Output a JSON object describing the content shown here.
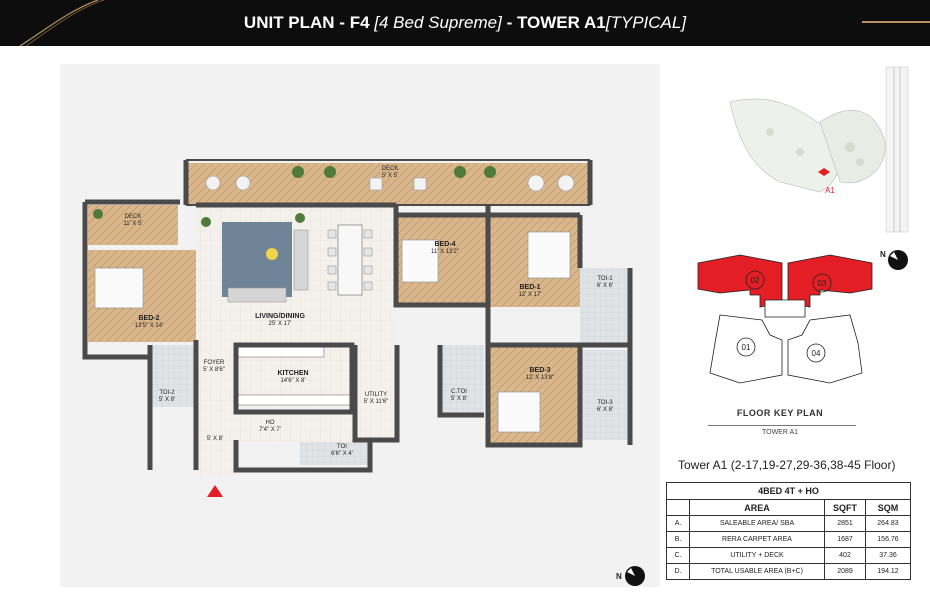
{
  "header": {
    "title_part1": "UNIT PLAN - F4",
    "title_part2": "[4 Bed Supreme]",
    "title_part3": "- TOWER A1",
    "title_part4": "[TYPICAL]"
  },
  "rooms": {
    "deck_top": {
      "name": "DECK",
      "dims": "5' X 5'"
    },
    "deck_left": {
      "name": "DECK",
      "dims": "11' X 5'"
    },
    "bed2": {
      "name": "BED-2",
      "dims": "13'5\" X 14'"
    },
    "bed4": {
      "name": "BED-4",
      "dims": "11' X 13'2\""
    },
    "bed1": {
      "name": "BED-1",
      "dims": "12' X 17'"
    },
    "toi1": {
      "name": "TOI-1",
      "dims": "6' X 6'"
    },
    "living": {
      "name": "LIVING/DINING",
      "dims": "25' X 17'"
    },
    "foyer": {
      "name": "FOYER",
      "dims": "5' X 8'6\""
    },
    "kitchen": {
      "name": "KITCHEN",
      "dims": "14'6\" X 8'"
    },
    "toi2": {
      "name": "TOI-2",
      "dims": "5' X 8'"
    },
    "utility": {
      "name": "UTILITY",
      "dims": "5' X 11'6\""
    },
    "ctoi": {
      "name": "C.TOI",
      "dims": "5' X 8'"
    },
    "bed3": {
      "name": "BED-3",
      "dims": "12' X 13'8\""
    },
    "toi3": {
      "name": "TOI-3",
      "dims": "6' X 8'"
    },
    "ho": {
      "name": "HO",
      "dims": "7'4\" X 7'"
    },
    "passage": {
      "dims": "5' X 8'"
    },
    "toi": {
      "name": "TOI",
      "dims": "6'6\" X 4'"
    }
  },
  "siteplan": {
    "tower_label": "A1"
  },
  "keyplan": {
    "title": "FLOOR KEY PLAN",
    "subtitle": "TOWER A1",
    "units": [
      "02",
      "03",
      "01",
      "04"
    ],
    "highlight_color": "#e31e24"
  },
  "floors_text": "Tower A1 (2-17,19-27,29-36,38-45 Floor)",
  "compass_label": "N",
  "area_table": {
    "caption": "4BED 4T + HO",
    "headers": [
      "AREA",
      "SQFT",
      "SQM"
    ],
    "rows": [
      {
        "letter": "A.",
        "area": "SALEABLE AREA/ SBA",
        "sqft": "2851",
        "sqm": "264.83"
      },
      {
        "letter": "B.",
        "area": "RERA CARPET AREA",
        "sqft": "1687",
        "sqm": "156.76"
      },
      {
        "letter": "C.",
        "area": "UTILITY + DECK",
        "sqft": "402",
        "sqm": "37.36"
      },
      {
        "letter": "D.",
        "area": "TOTAL USABLE AREA (B+C)",
        "sqft": "2089",
        "sqm": "194.12"
      }
    ]
  },
  "colors": {
    "header_bg": "#0d0d0d",
    "accent_gold": "#b8925a",
    "wood": "#d8b48a",
    "wall": "#4a4a4a"
  }
}
